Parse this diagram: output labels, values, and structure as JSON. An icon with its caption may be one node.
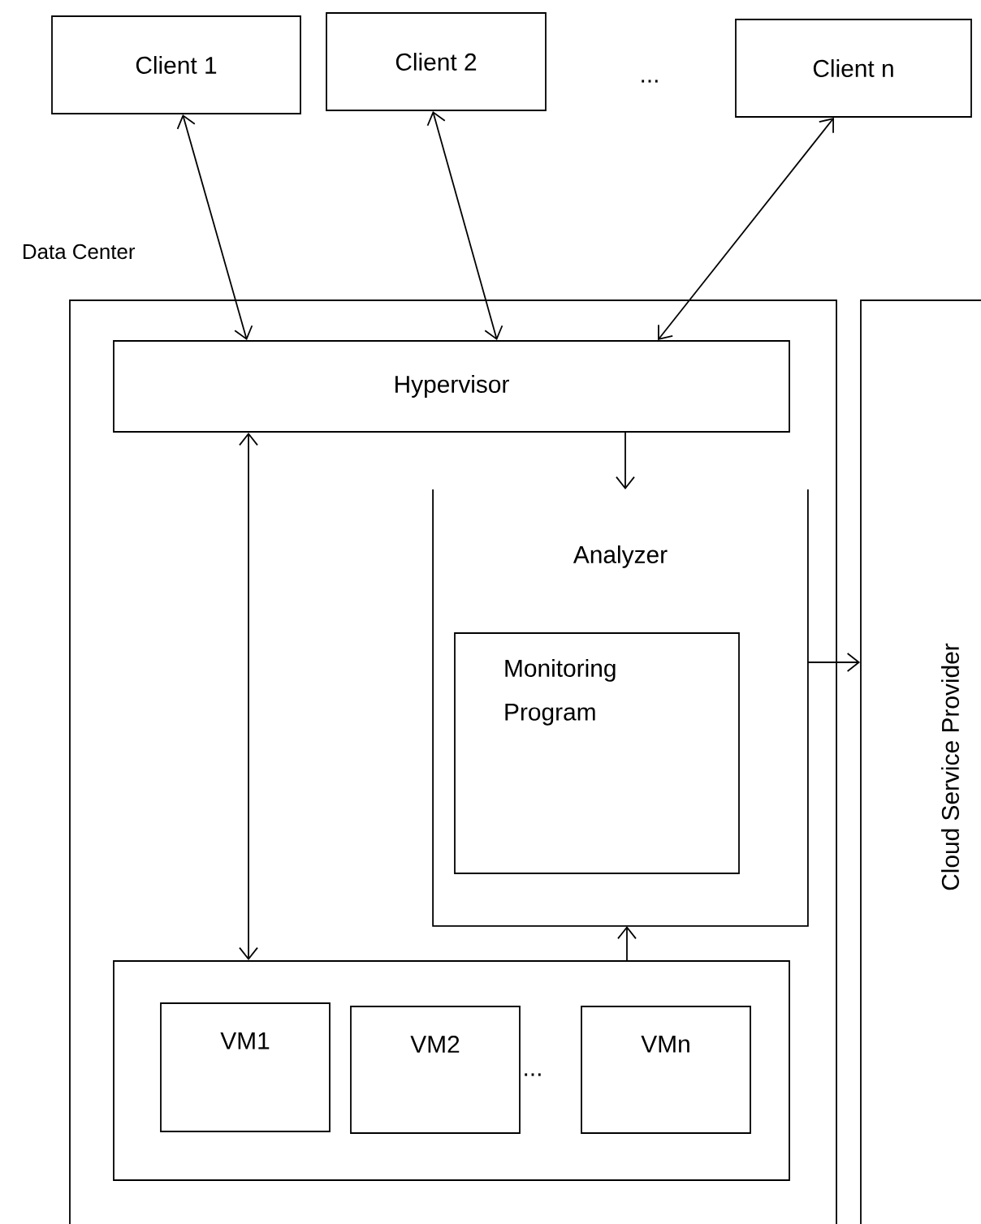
{
  "diagram": {
    "nodes": [
      {
        "text": [
          "Client 1"
        ]
      },
      {
        "text": [
          "Client 2"
        ]
      },
      {
        "text": [
          "Client n"
        ]
      },
      {
        "text": [
          "Data Center"
        ]
      },
      {
        "text": [
          "Cloud Service Provider"
        ]
      },
      {
        "text": [
          "Hypervisor"
        ],
        "in": 3
      },
      {
        "text": [
          "Analyzer"
        ],
        "in": 3
      },
      {
        "text": [
          "Monitoring Program"
        ],
        "in": 6
      },
      {
        "text": [],
        "shape": "box",
        "in": 3
      },
      {
        "text": [
          "VM1"
        ],
        "in": 8
      },
      {
        "text": [
          "VM2"
        ],
        "in": 8
      },
      {
        "text": [
          "VMn"
        ],
        "in": 8
      }
    ],
    "edges": [
      {
        "from": 0,
        "to": 5,
        "arrow": "both"
      },
      {
        "from": 1,
        "to": 5,
        "arrow": "both"
      },
      {
        "from": 2,
        "to": 5,
        "arrow": "both"
      },
      {
        "from": 5,
        "to": 8,
        "arrow": "both"
      },
      {
        "from": 5,
        "to": 6,
        "arrow": "to"
      },
      {
        "from": 8,
        "to": 6,
        "arrow": "to"
      },
      {
        "from": 6,
        "to": 4,
        "arrow": "to"
      }
    ],
    "labels": [
      "...",
      "..."
    ]
  }
}
